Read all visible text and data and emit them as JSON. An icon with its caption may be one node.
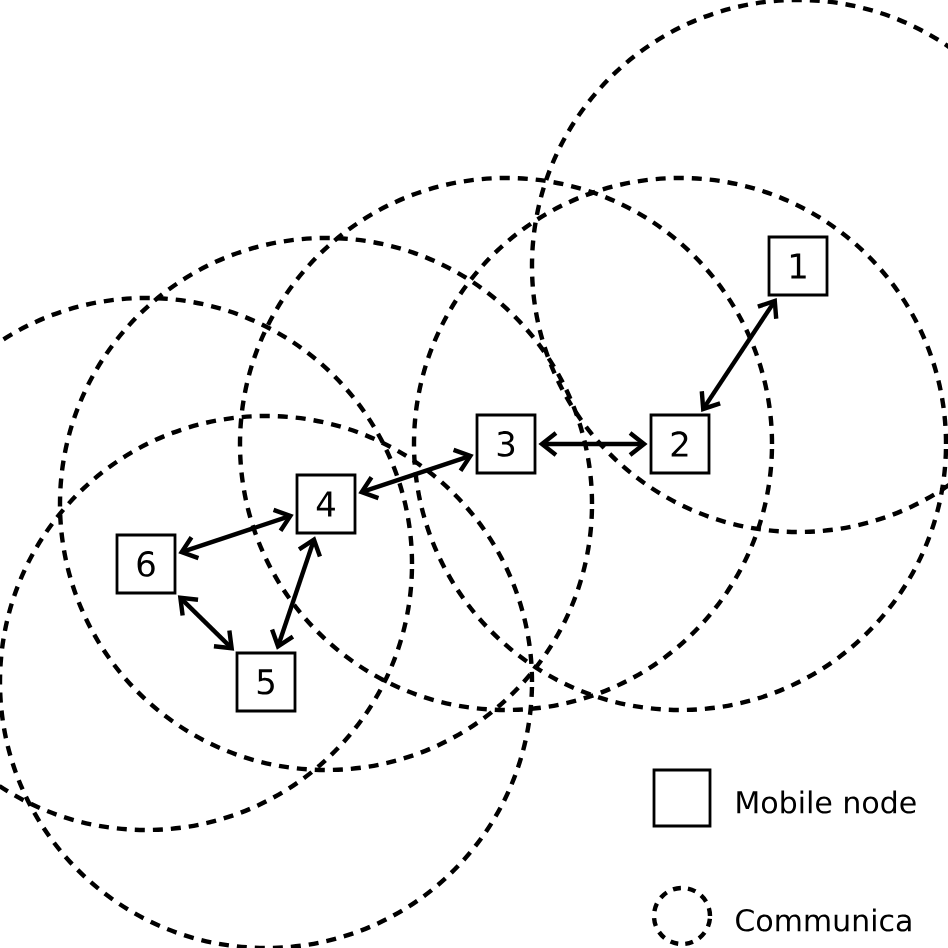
{
  "diagram": {
    "nodes": [
      {
        "text": [
          "1"
        ]
      },
      {
        "text": [
          "2"
        ]
      },
      {
        "text": [
          "3"
        ]
      },
      {
        "text": [
          "4"
        ]
      },
      {
        "text": [
          "5"
        ]
      },
      {
        "text": [
          "6"
        ]
      }
    ],
    "edges": [
      {
        "from": 0,
        "to": 1,
        "arrow": "both"
      },
      {
        "from": 1,
        "to": 2,
        "arrow": "both"
      },
      {
        "from": 2,
        "to": 3,
        "arrow": "both"
      },
      {
        "from": 3,
        "to": 5,
        "arrow": "both"
      },
      {
        "from": 3,
        "to": 4,
        "arrow": "both"
      },
      {
        "from": 4,
        "to": 5,
        "arrow": "both"
      }
    ],
    "legend": [
      {
        "text": "Mobile node"
      },
      {
        "text": "Communica"
      }
    ]
  }
}
